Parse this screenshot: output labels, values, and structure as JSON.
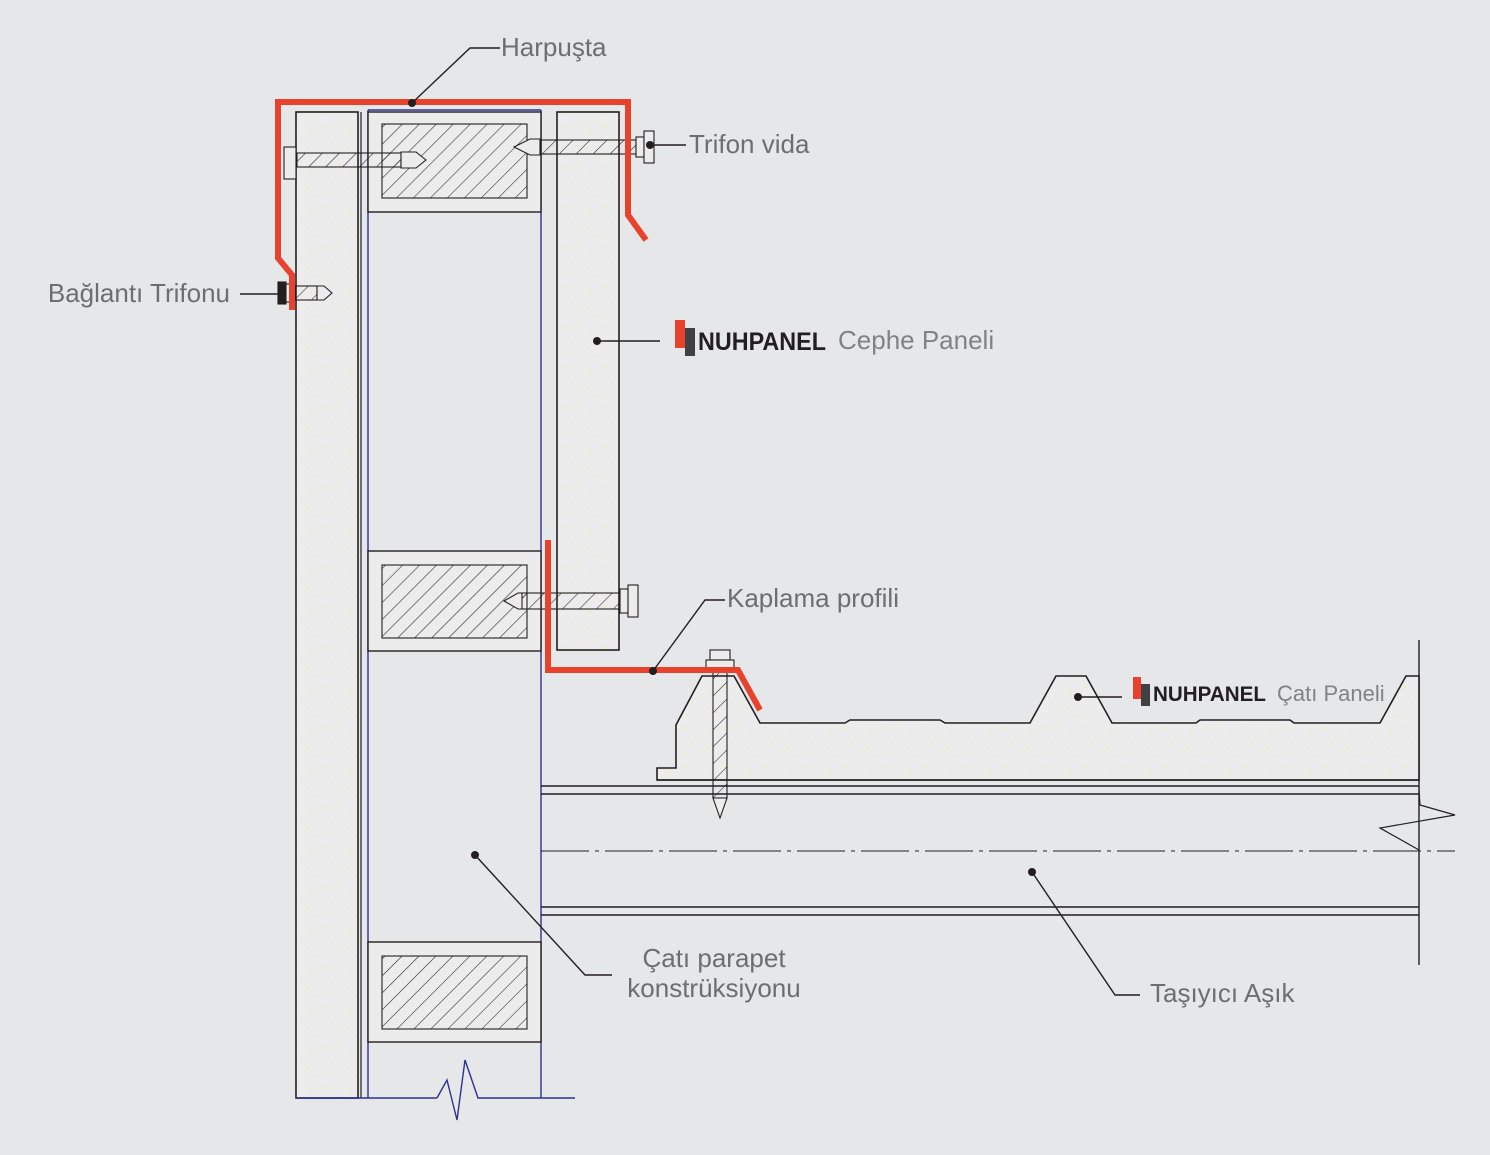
{
  "colors": {
    "background": "#e6e7e8",
    "flashing_red": "#e8412c",
    "insulation_fill": "#ececec",
    "insulation_speck": "#f2eb9a",
    "line_black": "#231f20",
    "line_blue": "#2e3192",
    "label_gray": "#6d6e71"
  },
  "labels": {
    "harpusta": "Harpuşta",
    "trifon_vida": "Trifon vida",
    "baglanti_trifonu": "Bağlantı Trifonu",
    "kaplama_profili": "Kaplama profili",
    "cati_parapet_line1": "Çatı parapet",
    "cati_parapet_line2": "konstrüksiyonu",
    "tasiyici_asik": "Taşıyıcı Aşık"
  },
  "brand": {
    "name": "NUHPANEL",
    "facade_product": "Cephe Paneli",
    "roof_product": "Çatı Paneli"
  }
}
